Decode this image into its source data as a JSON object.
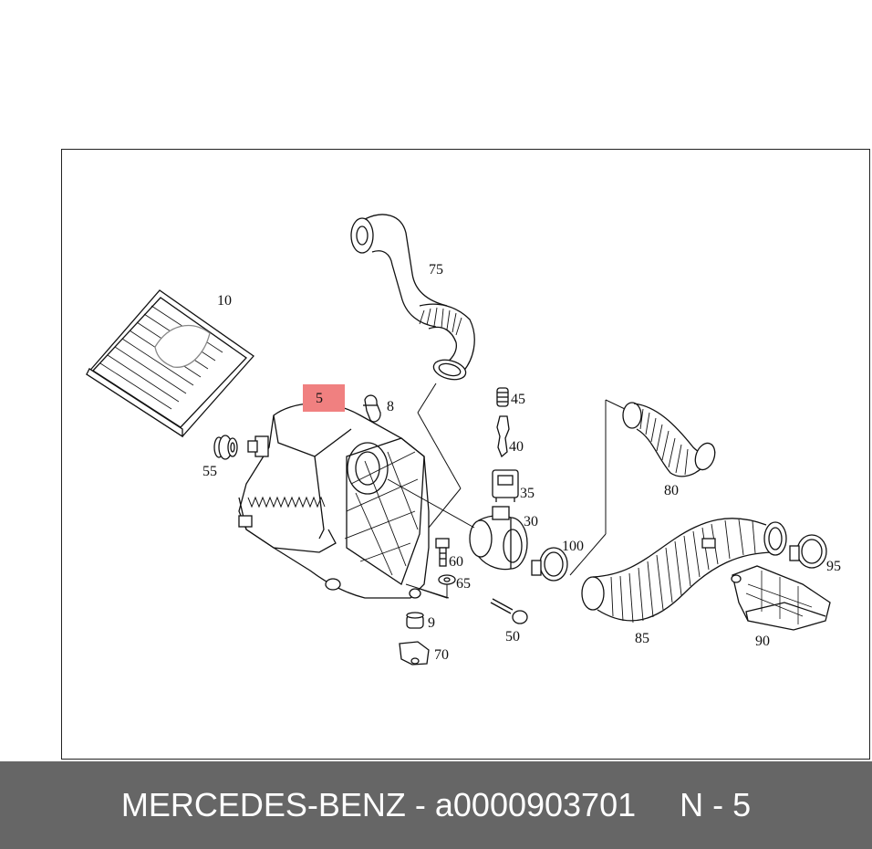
{
  "diagram": {
    "callouts": {
      "p5": "5",
      "p8": "8",
      "p9": "9",
      "p10": "10",
      "p30": "30",
      "p35": "35",
      "p40": "40",
      "p45": "45",
      "p50": "50",
      "p55": "55",
      "p60": "60",
      "p65": "65",
      "p70": "70",
      "p75": "75",
      "p80": "80",
      "p85": "85",
      "p90": "90",
      "p95": "95",
      "p100": "100"
    },
    "highlight_color": "#f08080"
  },
  "footer": {
    "brand": "MERCEDES-BENZ",
    "separator": " - ",
    "part_number": "a0000903701",
    "position_label": "N - 5",
    "background": "#666666"
  }
}
